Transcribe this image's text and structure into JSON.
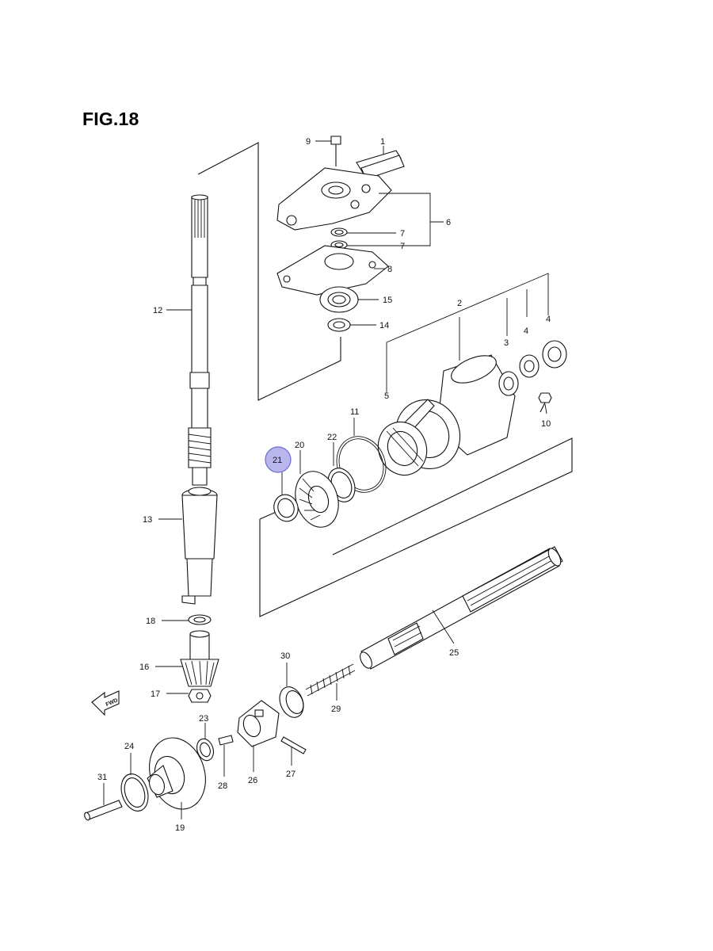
{
  "figure": {
    "title": "FIG.18"
  },
  "highlight_color": "#b9b6ee",
  "fwd_label": "FWD",
  "callouts": {
    "p1": "1",
    "p2": "2",
    "p3": "3",
    "p4a": "4",
    "p4b": "4",
    "p5": "5",
    "p6": "6",
    "p7a": "7",
    "p7b": "7",
    "p8": "8",
    "p9": "9",
    "p10": "10",
    "p11": "11",
    "p12": "12",
    "p13": "13",
    "p14": "14",
    "p15": "15",
    "p16": "16",
    "p17": "17",
    "p18": "18",
    "p19": "19",
    "p20": "20",
    "p21": "21",
    "p22": "22",
    "p23": "23",
    "p24": "24",
    "p25": "25",
    "p26": "26",
    "p27": "27",
    "p28": "28",
    "p29": "29",
    "p30": "30",
    "p31": "31"
  }
}
